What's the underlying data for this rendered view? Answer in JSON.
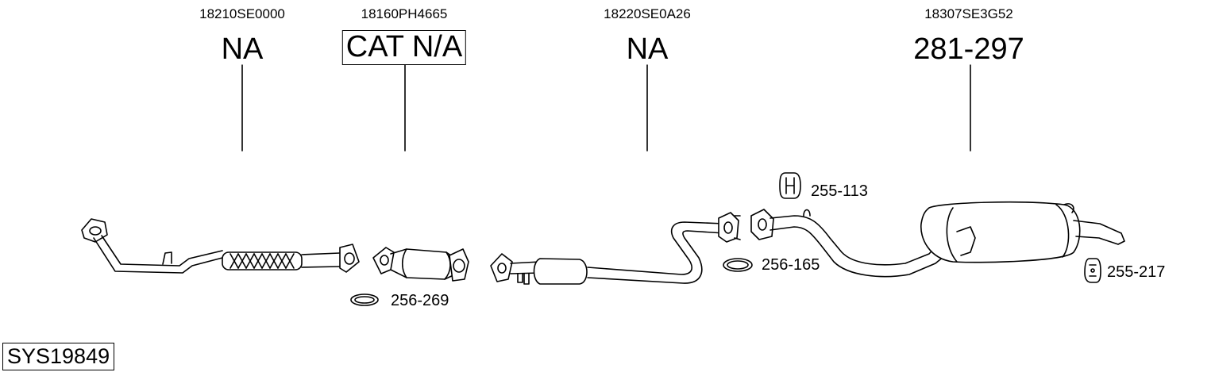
{
  "parts": [
    {
      "part_number": "18210SE0000",
      "ref": "NA",
      "boxed": false
    },
    {
      "part_number": "18160PH4665",
      "ref": "CAT N/A",
      "boxed": true
    },
    {
      "part_number": "18220SE0A26",
      "ref": "NA",
      "boxed": false
    },
    {
      "part_number": "18307SE3G52",
      "ref": "281-297",
      "boxed": false
    }
  ],
  "accessories": {
    "gasket_1": "256-269",
    "gasket_2": "256-165",
    "hanger_1": "255-113",
    "hanger_2": "255-217"
  },
  "system_id": "SYS19849"
}
